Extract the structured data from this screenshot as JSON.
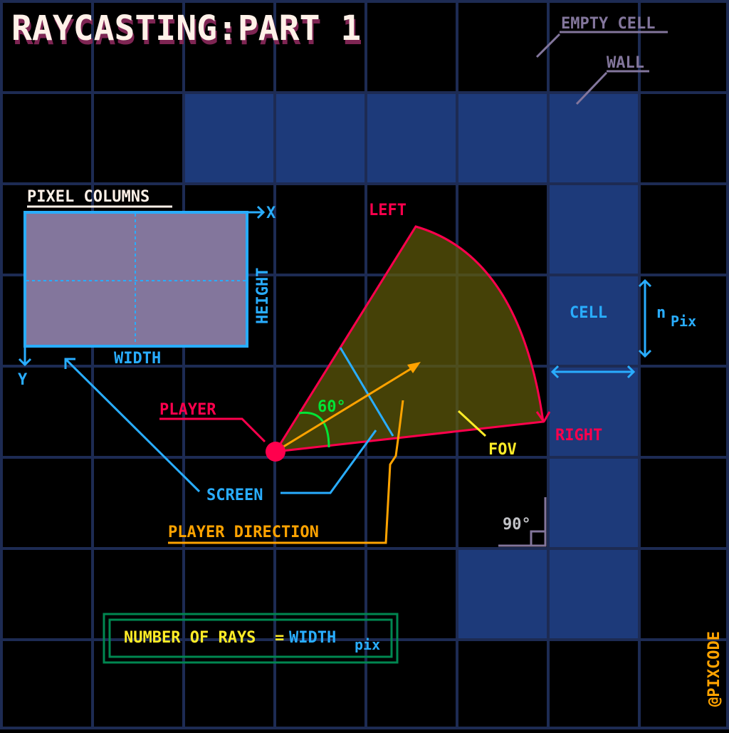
{
  "title": "RAYCASTING:PART 1",
  "labels": {
    "empty_cell": "EMPTY CELL",
    "wall": "WALL",
    "pixel_columns": "PIXEL COLUMNS",
    "x_axis": "X",
    "y_axis": "Y",
    "height": "HEIGHT",
    "width": "WIDTH",
    "left": "LEFT",
    "right": "RIGHT",
    "fov": "FOV",
    "angle": "60°",
    "player": "PLAYER",
    "screen": "SCREEN",
    "player_direction": "PLAYER DIRECTION",
    "cell": "CELL",
    "n": "n",
    "pix": "Pix",
    "right_angle": "90°",
    "formula_left": "NUMBER OF RAYS",
    "formula_eq": "=",
    "formula_right": "WIDTH",
    "formula_sub": "pix",
    "credit": "@PIXCODE"
  },
  "colors": {
    "background": "#000000",
    "grid": "#1d2b53",
    "wall": "#1d3a7a",
    "title": "#fff1e8",
    "title_shadow": "#7e2553",
    "annotation_gray": "#83769c",
    "pink": "#ff004d",
    "blue": "#29adff",
    "orange": "#ffa300",
    "yellow": "#ffec27",
    "green": "#00e436",
    "screen_fill": "#83769c",
    "fov_fill": "#5f5a0a",
    "frame_green": "#008751",
    "light_gray": "#c2c3c7"
  }
}
